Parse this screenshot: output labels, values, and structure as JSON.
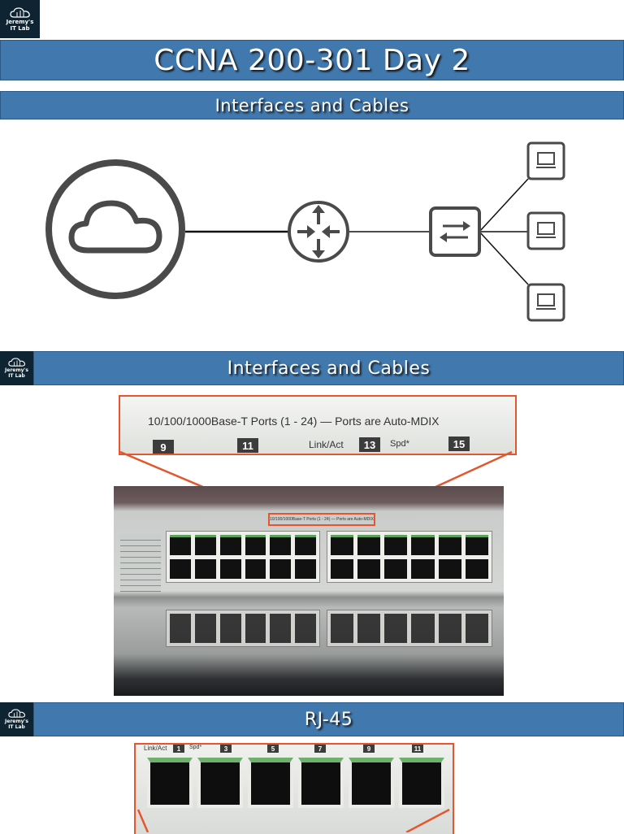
{
  "logo": {
    "line1": "Jeremy's",
    "line2": "IT Lab"
  },
  "slide1": {
    "title": "CCNA 200-301 Day 2",
    "subtitle": "Interfaces and Cables",
    "diagram": {
      "devices": [
        "cloud-icon",
        "router-icon",
        "switch-icon",
        "pc-icon",
        "pc-icon",
        "pc-icon"
      ]
    }
  },
  "slide2": {
    "title": "Interfaces and Cables",
    "zoom_label": "10/100/1000Base-T Ports (1 - 24) — Ports are Auto-MDIX",
    "link_act": "Link/Act",
    "spd": "Spd*",
    "port_numbers": [
      "9",
      "11",
      "13",
      "15"
    ],
    "photo_label": "10/100/1000Base-T Ports (1 - 24) — Ports are Auto-MDIX"
  },
  "slide3": {
    "title": "RJ-45",
    "link_act": "Link/Act",
    "spd": "Spd*",
    "port_numbers": [
      "1",
      "3",
      "5",
      "7",
      "9",
      "11"
    ]
  },
  "colors": {
    "banner": "#4178ad",
    "logo_bg": "#0f2433",
    "callout": "#e4572e"
  }
}
